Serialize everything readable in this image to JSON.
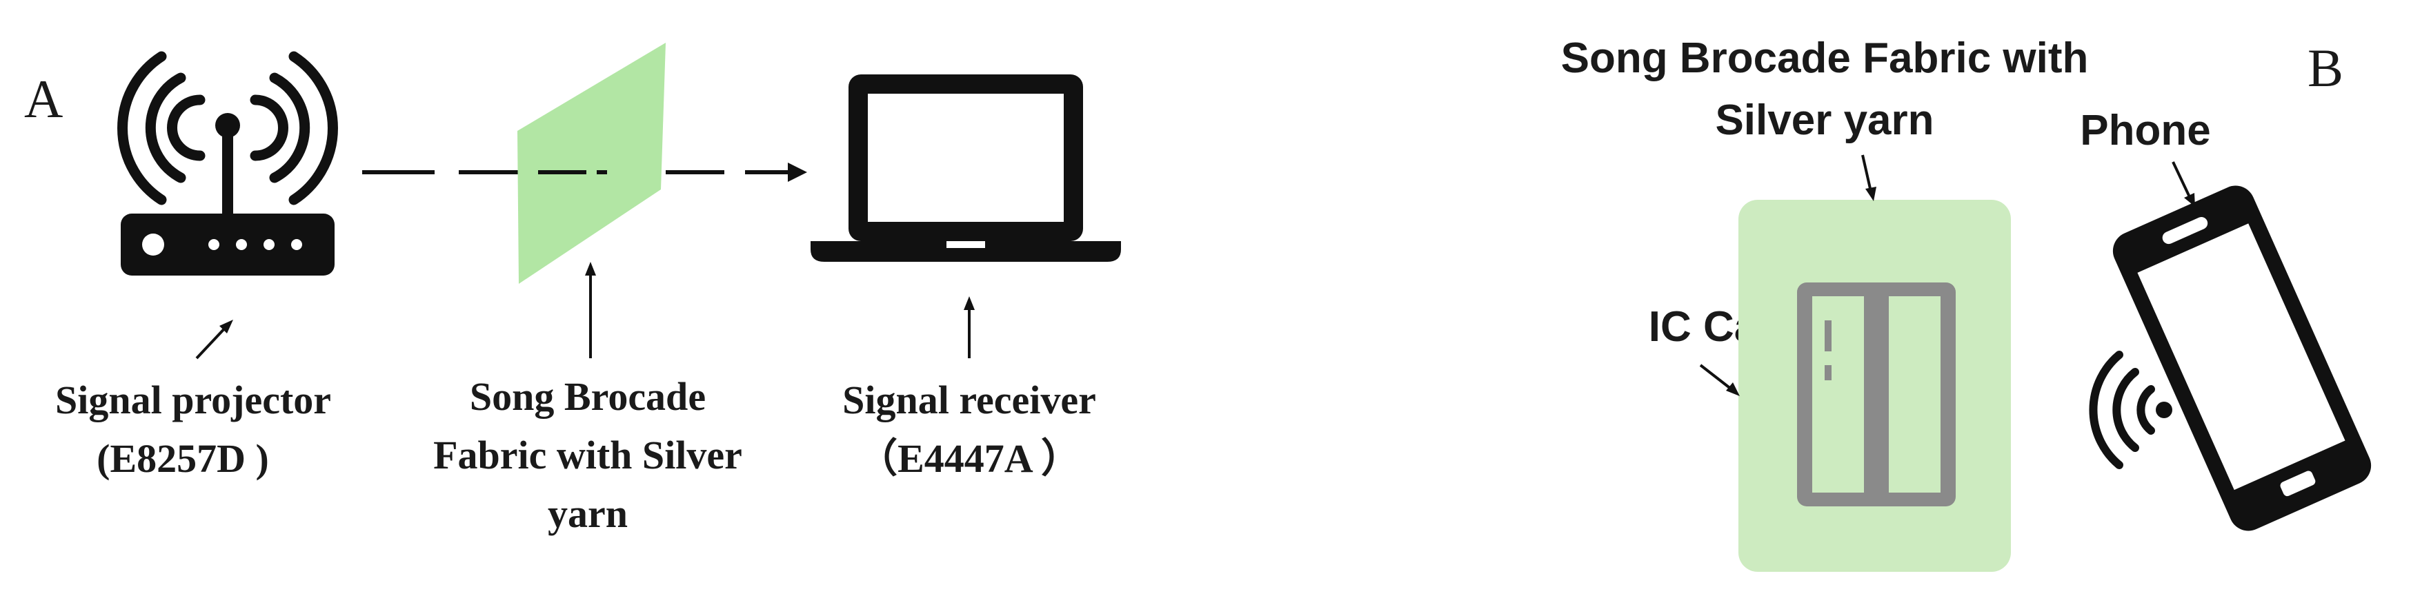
{
  "panel_a": {
    "letter": "A",
    "projector_label_line1": "Signal projector",
    "projector_label_line2": "(E8257D )",
    "fabric_label_line1": "Song Brocade",
    "fabric_label_line2": "Fabric with Silver",
    "fabric_label_line3": "yarn",
    "receiver_label_line1": "Signal receiver",
    "receiver_label_line2": "（E4447A ）",
    "icons": [
      "router-icon",
      "fabric-sheet",
      "laptop-icon"
    ]
  },
  "panel_b": {
    "letter": "B",
    "fabric_label_line1": "Song Brocade Fabric with",
    "fabric_label_line2": "Silver yarn",
    "phone_label": "Phone",
    "ic_card_label": "IC Card",
    "icons": [
      "ic-card-icon",
      "phone-icon",
      "nfc-wave-icon"
    ]
  },
  "colors": {
    "fabric_green": "#b2e6a4",
    "fabric_green_b": "#cdebc0",
    "ink": "#111111",
    "card_grey": "#8a8a8a"
  }
}
